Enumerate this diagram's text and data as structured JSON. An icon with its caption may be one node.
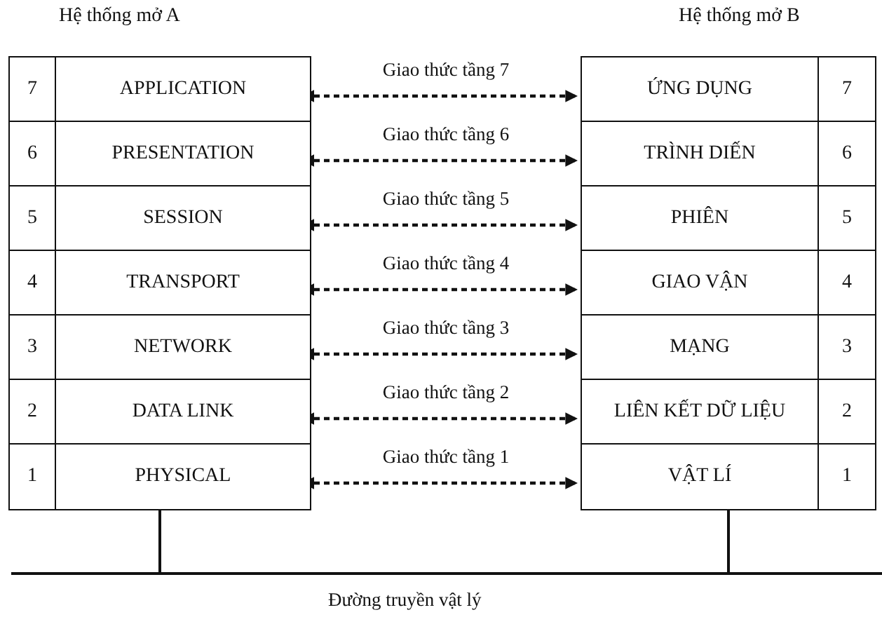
{
  "diagram": {
    "nodes": [
      {
        "text": [
          "Hệ thống mở A"
        ]
      },
      {
        "text": [
          "7",
          "APPLICATION"
        ],
        "in": 0
      },
      {
        "text": [
          "6",
          "PRESENTATION"
        ],
        "in": 0
      },
      {
        "text": [
          "5",
          "SESSION"
        ],
        "in": 0
      },
      {
        "text": [
          "4",
          "TRANSPORT"
        ],
        "in": 0
      },
      {
        "text": [
          "3",
          "NETWORK"
        ],
        "in": 0
      },
      {
        "text": [
          "2",
          "DATA LINK"
        ],
        "in": 0
      },
      {
        "text": [
          "1",
          "PHYSICAL"
        ],
        "in": 0
      },
      {
        "text": [
          "Hệ thống mở B"
        ]
      },
      {
        "text": [
          "ỨNG DỤNG",
          "7"
        ],
        "in": 8
      },
      {
        "text": [
          "TRÌNH DIẾN",
          "6"
        ],
        "in": 8
      },
      {
        "text": [
          "PHIÊN",
          "5"
        ],
        "in": 8
      },
      {
        "text": [
          "GIAO VẬN",
          "4"
        ],
        "in": 8
      },
      {
        "text": [
          "MẠNG",
          "3"
        ],
        "in": 8
      },
      {
        "text": [
          "LIÊN KẾT DỮ LIỆU",
          "2"
        ],
        "in": 8
      },
      {
        "text": [
          "VẬT LÍ",
          "1"
        ],
        "in": 8
      },
      {
        "text": [
          "Đường truyền vật lý"
        ]
      }
    ],
    "edges": [
      {
        "from": 1,
        "to": 9,
        "arrow": "both",
        "style": "dashed",
        "label": "Giao thức tầng 7"
      },
      {
        "from": 2,
        "to": 10,
        "arrow": "both",
        "style": "dashed",
        "label": "Giao thức tầng 6"
      },
      {
        "from": 3,
        "to": 11,
        "arrow": "both",
        "style": "dashed",
        "label": "Giao thức tầng 5"
      },
      {
        "from": 4,
        "to": 12,
        "arrow": "both",
        "style": "dashed",
        "label": "Giao thức tầng 4"
      },
      {
        "from": 5,
        "to": 13,
        "arrow": "both",
        "style": "dashed",
        "label": "Giao thức tầng 3"
      },
      {
        "from": 6,
        "to": 14,
        "arrow": "both",
        "style": "dashed",
        "label": "Giao thức tầng 2"
      },
      {
        "from": 7,
        "to": 15,
        "arrow": "both",
        "style": "dashed",
        "label": "Giao thức tầng 1"
      },
      {
        "from": 7,
        "to": 16,
        "arrow": "none"
      },
      {
        "from": 15,
        "to": 16,
        "arrow": "none"
      }
    ]
  }
}
